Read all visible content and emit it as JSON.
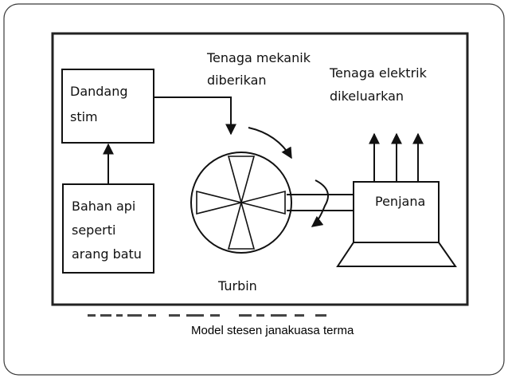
{
  "diagram": {
    "boiler": {
      "lines": [
        "Dandang",
        "stim"
      ]
    },
    "fuel": {
      "lines": [
        "Bahan api",
        "seperti",
        "arang batu"
      ]
    },
    "mechanical_energy": {
      "lines": [
        "Tenaga mekanik",
        "diberikan"
      ]
    },
    "electrical_energy": {
      "lines": [
        "Tenaga elektrik",
        "dikeluarkan"
      ]
    },
    "turbine": {
      "label": "Turbin"
    },
    "generator": {
      "label": "Penjana"
    }
  },
  "caption": "Model stesen janakuasa terma",
  "colors": {
    "line": "#111111",
    "frame": "#222222",
    "slide_border": "#3a3a3a"
  }
}
